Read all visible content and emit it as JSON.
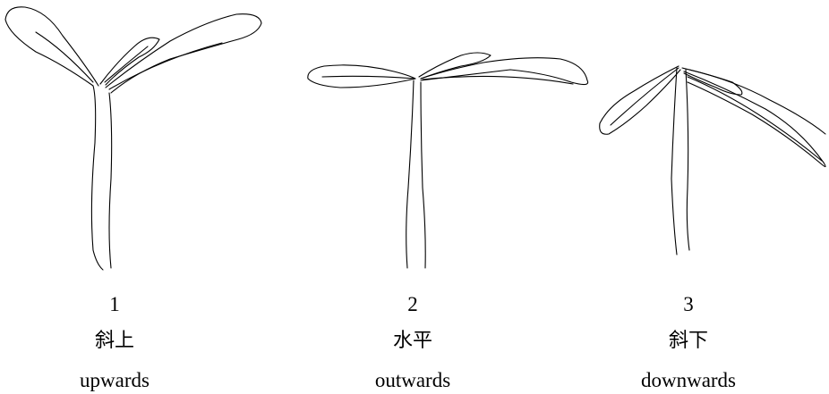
{
  "panels": [
    {
      "number": "1",
      "label_cn": "斜上",
      "label_en": "upwards"
    },
    {
      "number": "2",
      "label_cn": "水平",
      "label_en": "outwards"
    },
    {
      "number": "3",
      "label_cn": "斜下",
      "label_en": "downwards"
    }
  ]
}
